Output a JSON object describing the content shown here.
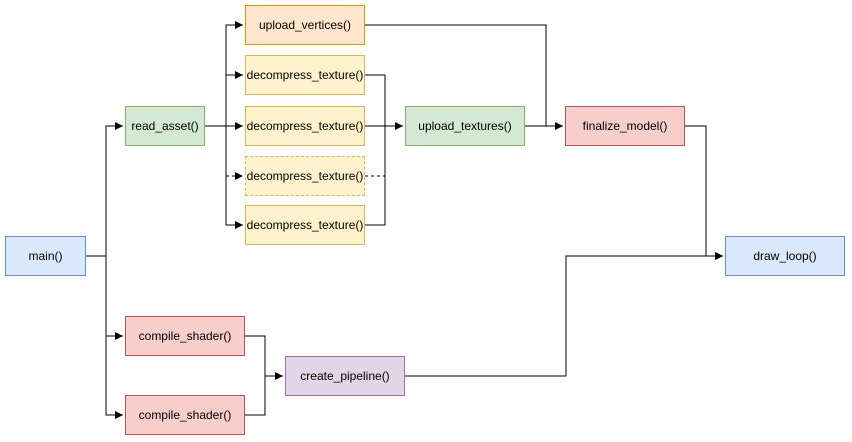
{
  "nodes": {
    "main": "main()",
    "read_asset": "read_asset()",
    "upload_vertices": "upload_vertices()",
    "decompress_texture_1": "decompress_texture()",
    "decompress_texture_2": "decompress_texture()",
    "decompress_texture_3": "decompress_texture()",
    "decompress_texture_4": "decompress_texture()",
    "upload_textures": "upload_textures()",
    "finalize_model": "finalize_model()",
    "draw_loop": "draw_loop()",
    "compile_shader_1": "compile_shader()",
    "compile_shader_2": "compile_shader()",
    "create_pipeline": "create_pipeline()"
  },
  "colors": {
    "blue_fill": "#dae8fc",
    "blue_stroke": "#6c8ebf",
    "green_fill": "#d5e8d4",
    "green_stroke": "#82b366",
    "orange_fill": "#ffe6cc",
    "orange_stroke": "#d79b00",
    "yellow_fill": "#fff2cc",
    "yellow_stroke": "#d6b656",
    "red_fill": "#f8cecc",
    "red_stroke": "#b85450",
    "purple_fill": "#e1d5e7",
    "purple_stroke": "#9673a6",
    "edge": "#000000"
  }
}
